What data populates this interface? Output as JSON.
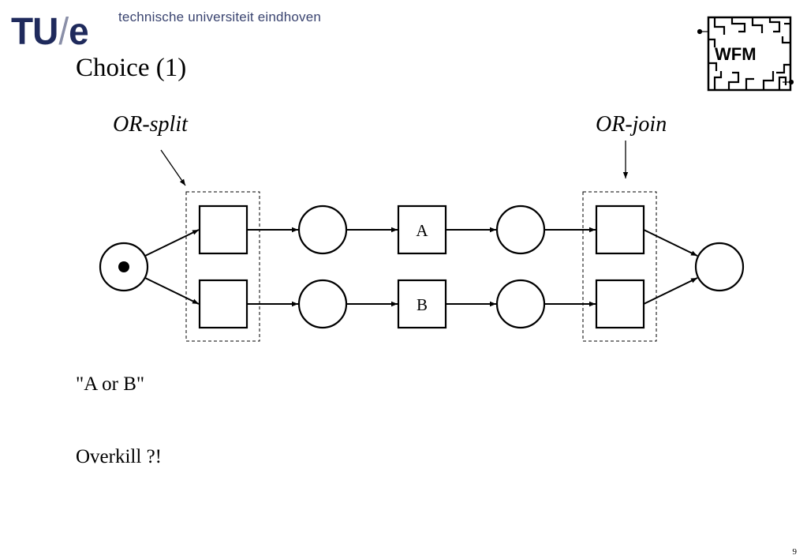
{
  "header": {
    "logo_text_left": "TU",
    "logo_text_slash": "/",
    "logo_text_right": "e",
    "university_name": "technische universiteit eindhoven",
    "wfm_logo_text": "WFM",
    "logo_color": "#1f2a5c"
  },
  "slide": {
    "title": "Choice (1)",
    "line1": "\"A or B\"",
    "line2": "Overkill ?!",
    "page_number": "9"
  },
  "diagram": {
    "or_split_label": "OR-split",
    "or_join_label": "OR-join",
    "transition_a_label": "A",
    "transition_b_label": "B"
  }
}
